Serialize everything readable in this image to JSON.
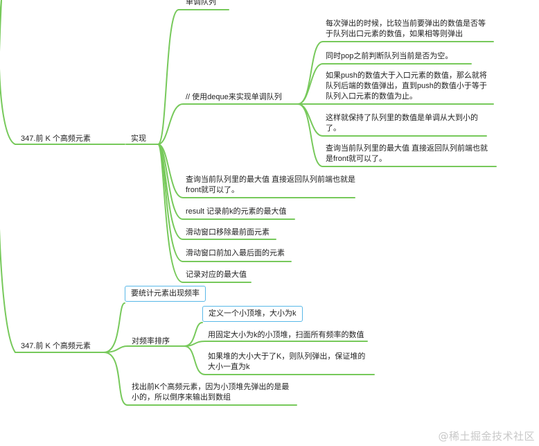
{
  "nodes": {
    "mono_queue": "单调队列",
    "node1_title": "347.前 K 个高频元素",
    "impl": "实现",
    "use_deque": "// 使用deque来实现单调队列",
    "pop_check": "每次弹出的时候，比较当前要弹出的数值是否等于队列出口元素的数值，如果相等则弹出",
    "pop_empty": "同时pop之前判断队列当前是否为空。",
    "push_rule": "如果push的数值大于入口元素的数值，那么就将队列后端的数值弹出，直到push的数值小于等于队列入口元素的数值为止。",
    "keep_mono": "这样就保持了队列里的数值是单调从大到小的了。",
    "query_max_inner": "查询当前队列里的最大值 直接返回队列前端也就是front就可以了。",
    "query_max": "查询当前队列里的最大值 直接返回队列前端也就是front就可以了。",
    "result_rec": "result 记录前k的元素的最大值",
    "win_remove": "滑动窗口移除最前面元素",
    "win_add": "滑动窗口前加入最后面的元素",
    "rec_max": "记录对应的最大值",
    "node2_title": "347.前 K 个高频元素",
    "count_freq": "要统计元素出现频率",
    "sort_freq": "对频率排序",
    "def_heap": "定义一个小顶堆，大小为k",
    "scan_heap": "用固定大小为k的小顶堆，扫面所有频率的数值",
    "heap_pop": "如果堆的大小大于了K，则队列弹出，保证堆的大小一直为k",
    "find_topk": "找出前K个高频元素，因为小顶堆先弹出的是最小的，所以倒序来输出到数组"
  },
  "watermark": "@稀土掘金技术社区",
  "colors": {
    "line": "#77c95b",
    "highlight_border": "#59b8e8"
  }
}
